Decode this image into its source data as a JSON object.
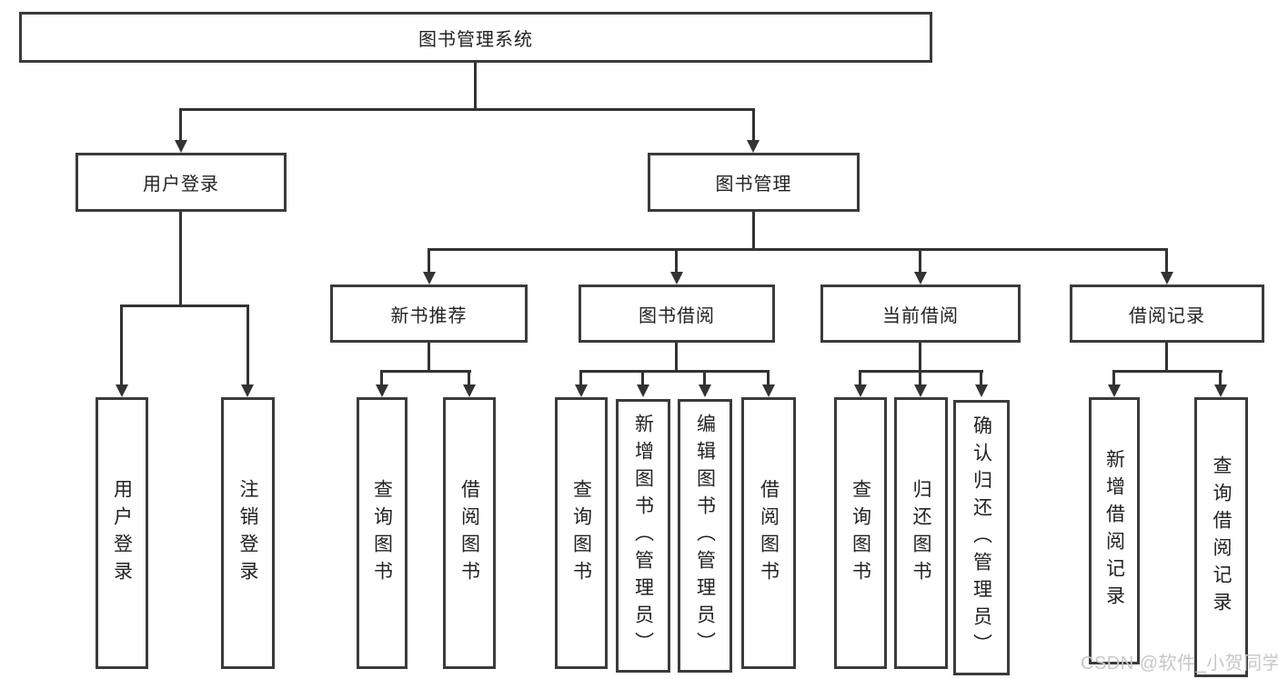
{
  "tree": {
    "root": {
      "label": "图书管理系统"
    },
    "branches": [
      {
        "label": "用户登录",
        "children": [
          {
            "label": "用户登录"
          },
          {
            "label": "注销登录"
          }
        ]
      },
      {
        "label": "图书管理",
        "sections": [
          {
            "label": "新书推荐",
            "children": [
              {
                "label": "查询图书"
              },
              {
                "label": "借阅图书"
              }
            ]
          },
          {
            "label": "图书借阅",
            "children": [
              {
                "label": "查询图书"
              },
              {
                "label": "新增图书（管理员）"
              },
              {
                "label": "编辑图书（管理员）"
              },
              {
                "label": "借阅图书"
              }
            ]
          },
          {
            "label": "当前借阅",
            "children": [
              {
                "label": "查询图书"
              },
              {
                "label": "归还图书"
              },
              {
                "label": "确认归还（管理员）"
              }
            ]
          },
          {
            "label": "借阅记录",
            "children": [
              {
                "label": "新增借阅记录"
              },
              {
                "label": "查询借阅记录"
              }
            ]
          }
        ]
      }
    ]
  },
  "watermark": {
    "text": "CSDN @软件_小贺同学"
  },
  "colors": {
    "background": "#ffffff",
    "box_border": "#3b3b3b",
    "connector": "#333333",
    "text": "#222222",
    "watermark": "#c7c7c7"
  }
}
